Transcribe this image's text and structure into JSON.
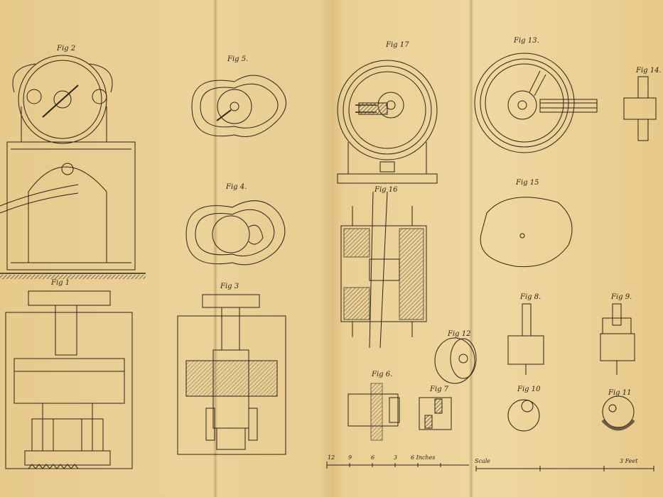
{
  "figures": {
    "fig1": "Fig 1",
    "fig2": "Fig 2",
    "fig3": "Fig 3",
    "fig4": "Fig 4.",
    "fig5": "Fig 5.",
    "fig6": "Fig 6.",
    "fig7": "Fig 7",
    "fig8": "Fig 8.",
    "fig9": "Fig 9.",
    "fig10": "Fig 10",
    "fig11": "Fig 11",
    "fig12": "Fig 12",
    "fig13": "Fig 13.",
    "fig14": "Fig 14.",
    "fig15": "Fig 15",
    "fig16": "Fig 16",
    "fig17": "Fig 17"
  },
  "scale": {
    "left_label": "Scale",
    "inches_label": "6 Inches",
    "feet_label": "3 Feet",
    "ticks": [
      "12",
      "9",
      "6",
      "3"
    ]
  },
  "colors": {
    "paper": "#ecd299",
    "ink": "#2b2418",
    "hatch": "#7a6a56"
  }
}
